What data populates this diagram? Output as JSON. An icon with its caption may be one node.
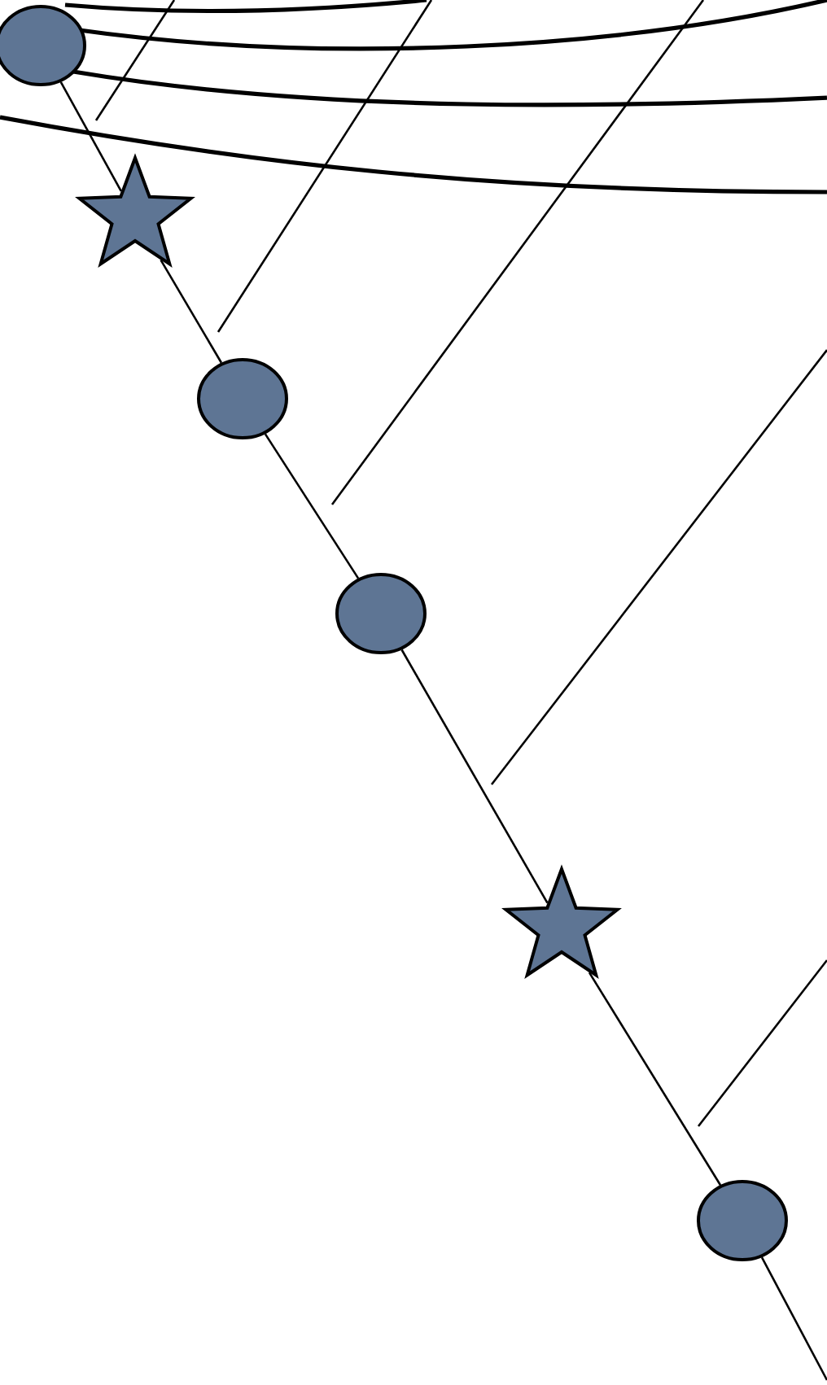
{
  "diagram": {
    "nodes": [
      {
        "text": [],
        "shape": "circle"
      },
      {
        "text": [],
        "shape": "star"
      },
      {
        "text": [],
        "shape": "circle"
      },
      {
        "text": [],
        "shape": "circle"
      },
      {
        "text": [],
        "shape": "star"
      },
      {
        "text": [],
        "shape": "circle"
      }
    ],
    "edges": [
      {
        "from": 0,
        "to": 1,
        "arrow": "none"
      },
      {
        "from": 1,
        "to": 2,
        "arrow": "none"
      },
      {
        "from": 2,
        "to": 3,
        "arrow": "none"
      },
      {
        "from": 3,
        "to": 4,
        "arrow": "none"
      },
      {
        "from": 4,
        "to": 5,
        "arrow": "none"
      },
      {
        "from": 5,
        "to": null,
        "arrow": "none"
      }
    ]
  }
}
